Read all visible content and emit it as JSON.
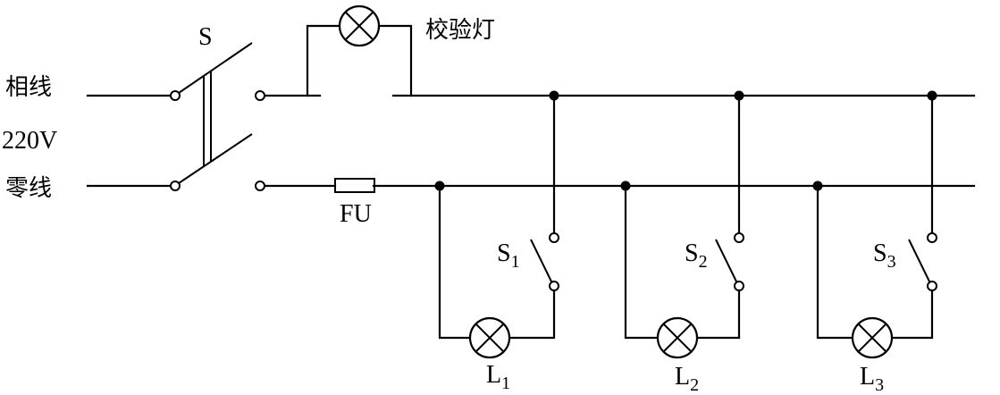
{
  "labels": {
    "main_switch": "S",
    "test_lamp": "校验灯",
    "live": "相线",
    "voltage": "220V",
    "neutral": "零线",
    "fuse": "FU"
  },
  "branches": [
    {
      "switch_letter": "S",
      "switch_sub": "1",
      "lamp_letter": "L",
      "lamp_sub": "1"
    },
    {
      "switch_letter": "S",
      "switch_sub": "2",
      "lamp_letter": "L",
      "lamp_sub": "2"
    },
    {
      "switch_letter": "S",
      "switch_sub": "3",
      "lamp_letter": "L",
      "lamp_sub": "3"
    }
  ]
}
